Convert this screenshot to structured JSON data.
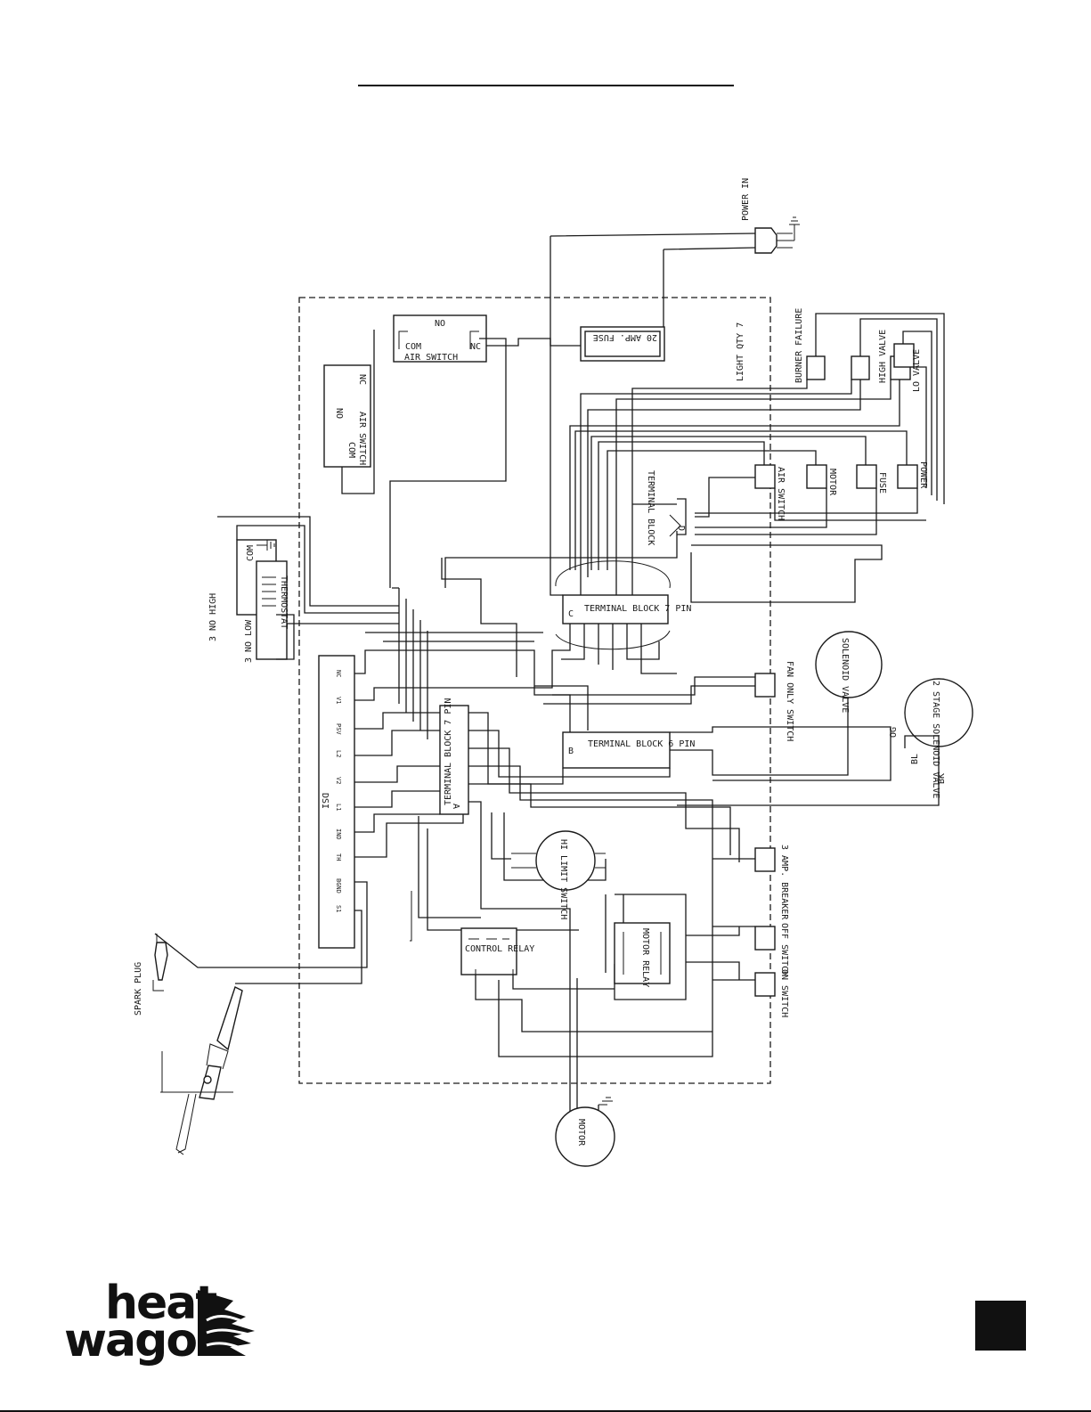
{
  "diagram": {
    "power_in": "POWER IN",
    "air_switch_top": {
      "no": "NO",
      "com": "COM",
      "nc": "NC",
      "name": "AIR SWITCH"
    },
    "air_switch_left": {
      "no": "NO",
      "com": "COM",
      "nc": "NC",
      "name": "AIR SWITCH"
    },
    "fuse": "20 AMP. FUSE",
    "light_qty": "LIGHT QTY  7",
    "indicators": [
      "BURNER FAILURE",
      "HIGH VALVE",
      "LO VALVE"
    ],
    "switch_lights": [
      "AIR SWITCH",
      "MOTOR",
      "FUSE",
      "POWER"
    ],
    "terminal_block_d": {
      "name": "TERMINAL BLOCK",
      "letter": "D"
    },
    "thermostat": {
      "name": "THERMOSTAT",
      "com": "COM",
      "high": "3 NO HIGH",
      "low": "3 NO LOW"
    },
    "terminal_block_c": {
      "name": "TERMINAL BLOCK 7 PIN",
      "letter": "C"
    },
    "terminal_block_a": {
      "name": "TERMINAL BLOCK 7 PIN",
      "letter": "A"
    },
    "terminal_block_b": {
      "name": "TERMINAL BLOCK 6 PIN",
      "letter": "B"
    },
    "dsi": {
      "name": "DSI",
      "pins": [
        "NC",
        "V1",
        "PSV",
        "L2",
        "V2",
        "L1",
        "IND",
        "TH",
        "BGND",
        "S1"
      ]
    },
    "fan_only_switch": "FAN ONLY SWITCH",
    "solenoid_valve": "SOLENOID VALVE",
    "two_stage_valve": "2 STAGE SOLENOID VALVE",
    "valve_wires": [
      "OG",
      "BL",
      "BK"
    ],
    "hi_limit": "HI LIMIT SWITCH",
    "breaker": "3 AMP. BREAKER",
    "off_switch": "OFF SWITCH",
    "on_switch": "ON SWITCH",
    "control_relay": "CONTROL RELAY",
    "motor_relay": "MOTOR RELAY",
    "motor": "MOTOR",
    "spark_plug": "SPARK PLUG"
  },
  "footer": {
    "logo_line1": "heat",
    "logo_line2": "wagon"
  }
}
